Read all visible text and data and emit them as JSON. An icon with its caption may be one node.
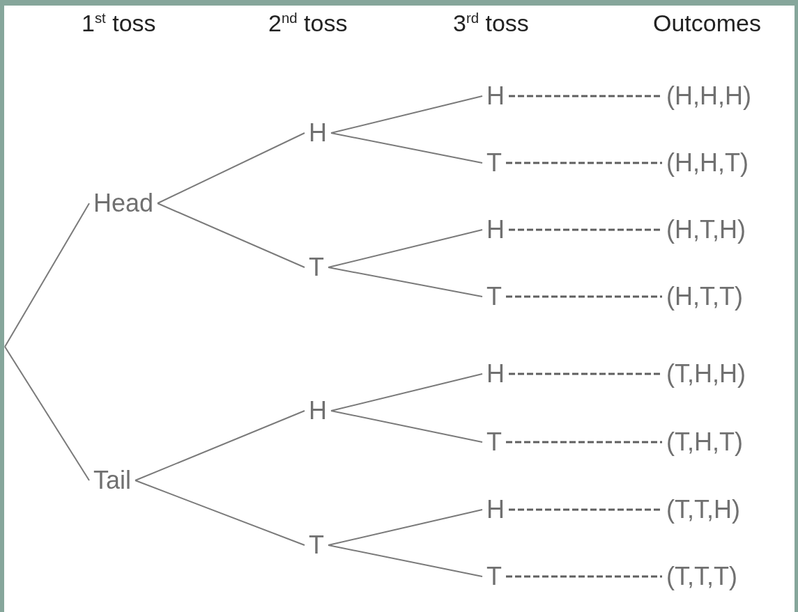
{
  "diagram": {
    "nodes": [
      {
        "text": [
          "Head"
        ]
      },
      {
        "text": [
          "H"
        ]
      },
      {
        "text": [
          "T"
        ]
      },
      {
        "text": [
          "H"
        ]
      },
      {
        "text": [
          "T"
        ]
      },
      {
        "text": [
          "H"
        ]
      },
      {
        "text": [
          "T"
        ]
      },
      {
        "text": [
          "(H,H,H)"
        ]
      },
      {
        "text": [
          "(H,H,T)"
        ]
      },
      {
        "text": [
          "(H,T,H)"
        ]
      },
      {
        "text": [
          "(H,T,T)"
        ]
      },
      {
        "text": [
          "Tail"
        ]
      },
      {
        "text": [
          "H"
        ]
      },
      {
        "text": [
          "T"
        ]
      },
      {
        "text": [
          "H"
        ]
      },
      {
        "text": [
          "T"
        ]
      },
      {
        "text": [
          "H"
        ]
      },
      {
        "text": [
          "T"
        ]
      },
      {
        "text": [
          "(T,H,H)"
        ]
      },
      {
        "text": [
          "(T,H,T)"
        ]
      },
      {
        "text": [
          "(T,T,H)"
        ]
      },
      {
        "text": [
          "(T,T,T)"
        ]
      }
    ],
    "edges": [
      {
        "from": null,
        "to": 0,
        "arrow": "none"
      },
      {
        "from": null,
        "to": 11,
        "arrow": "none"
      },
      {
        "from": 0,
        "to": 1,
        "arrow": "none"
      },
      {
        "from": 0,
        "to": 2,
        "arrow": "none"
      },
      {
        "from": 1,
        "to": 3,
        "arrow": "none"
      },
      {
        "from": 1,
        "to": 4,
        "arrow": "none"
      },
      {
        "from": 2,
        "to": 5,
        "arrow": "none"
      },
      {
        "from": 2,
        "to": 6,
        "arrow": "none"
      },
      {
        "from": 3,
        "to": 7,
        "arrow": "none",
        "style": "dashed"
      },
      {
        "from": 4,
        "to": 8,
        "arrow": "none",
        "style": "dashed"
      },
      {
        "from": 5,
        "to": 9,
        "arrow": "none",
        "style": "dashed"
      },
      {
        "from": 6,
        "to": 10,
        "arrow": "none",
        "style": "dashed"
      },
      {
        "from": 11,
        "to": 12,
        "arrow": "none"
      },
      {
        "from": 11,
        "to": 13,
        "arrow": "none"
      },
      {
        "from": 12,
        "to": 14,
        "arrow": "none"
      },
      {
        "from": 12,
        "to": 15,
        "arrow": "none"
      },
      {
        "from": 13,
        "to": 16,
        "arrow": "none"
      },
      {
        "from": 13,
        "to": 17,
        "arrow": "none"
      },
      {
        "from": 14,
        "to": 18,
        "arrow": "none",
        "style": "dashed"
      },
      {
        "from": 15,
        "to": 19,
        "arrow": "none",
        "style": "dashed"
      },
      {
        "from": 16,
        "to": 20,
        "arrow": "none",
        "style": "dashed"
      },
      {
        "from": 17,
        "to": 21,
        "arrow": "none",
        "style": "dashed"
      }
    ],
    "labels": [
      "1$^{st}$ toss",
      "2$^{nd}$ toss",
      "3$^{rd}$ toss",
      "Outcomes"
    ]
  }
}
